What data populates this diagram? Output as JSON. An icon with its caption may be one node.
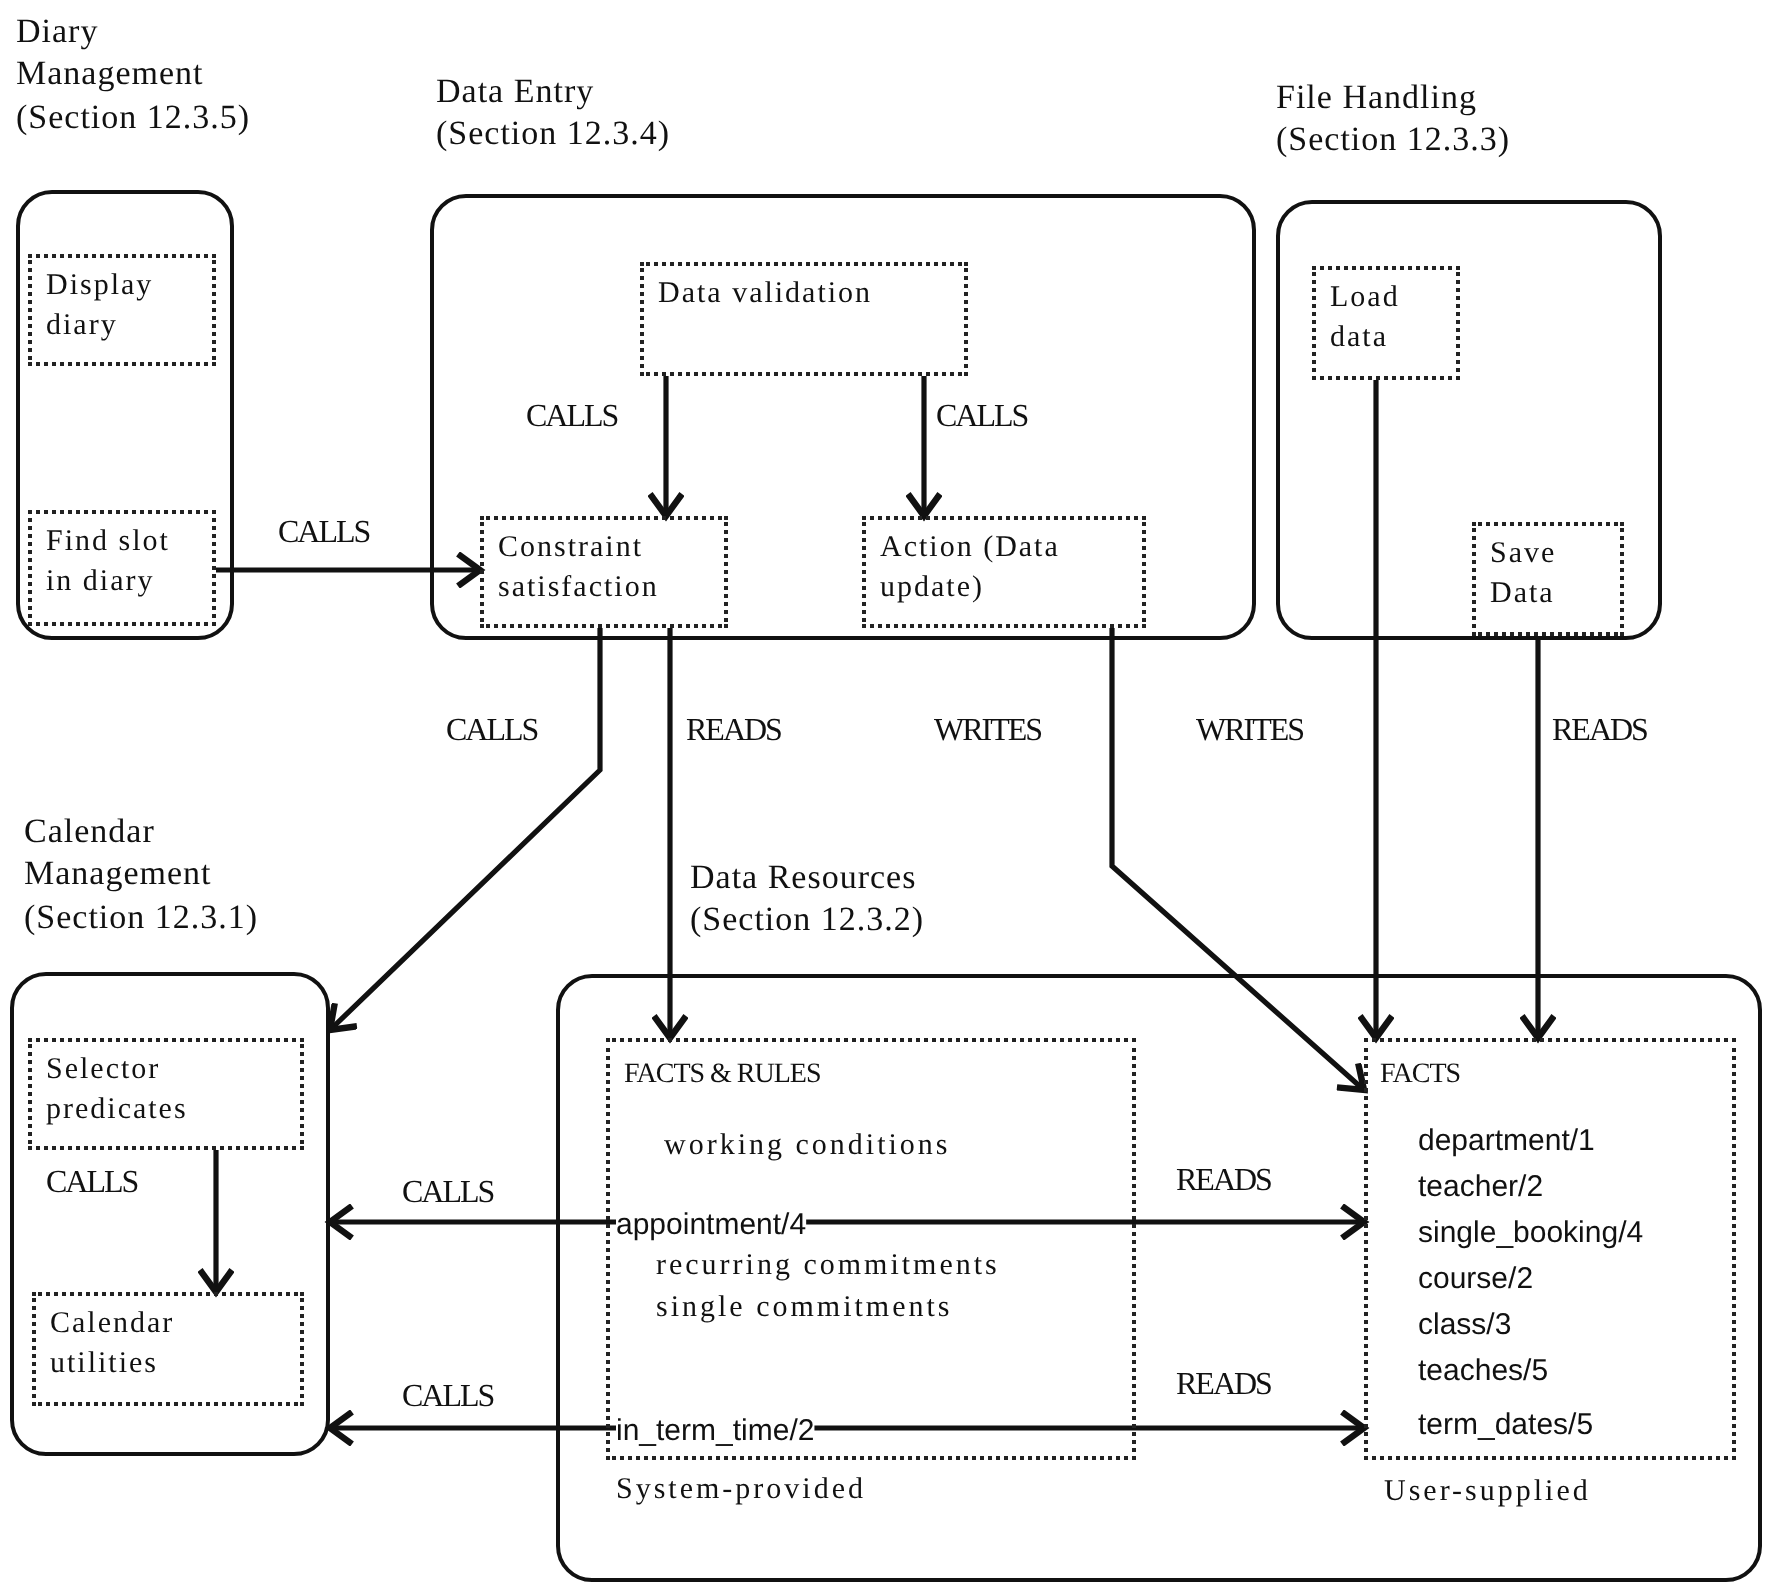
{
  "diagram": {
    "nodes": [
      {
        "text": [
          "Diary Management",
          "(Section 12.3.5)"
        ]
      },
      {
        "text": [
          "Display diary"
        ],
        "in": 0
      },
      {
        "text": [
          "Find slot in diary"
        ],
        "in": 0
      },
      {
        "text": [
          "Data Entry",
          "(Section 12.3.4)"
        ]
      },
      {
        "text": [
          "Data validation"
        ],
        "in": 3
      },
      {
        "text": [
          "Constraint satisfaction"
        ],
        "in": 3
      },
      {
        "text": [
          "Action (Data update)"
        ],
        "in": 3
      },
      {
        "text": [
          "File Handling",
          "(Section 12.3.3)"
        ]
      },
      {
        "text": [
          "Load data"
        ],
        "in": 7
      },
      {
        "text": [
          "Save Data"
        ],
        "in": 7
      },
      {
        "text": [
          "Calendar Management",
          "(Section 12.3.1)"
        ]
      },
      {
        "text": [
          "Selector predicates"
        ],
        "in": 10
      },
      {
        "text": [
          "Calendar utilities"
        ],
        "in": 10
      },
      {
        "text": [
          "Data Resources",
          "(Section 12.3.2)"
        ]
      },
      {
        "text": [
          "FACTS & RULES",
          "working conditions",
          "recurring commitments",
          "single commitments"
        ],
        "in": 13,
        "beside": [
          "System-provided"
        ]
      },
      {
        "text": [
          "appointment/4"
        ],
        "in": 14
      },
      {
        "text": [
          "in_term_time/2"
        ],
        "in": 14
      },
      {
        "text": [
          "FACTS",
          "department/1",
          "teacher/2",
          "single_booking/4",
          "course/2",
          "class/3",
          "teaches/5",
          "term_dates/5"
        ],
        "in": 13,
        "beside": [
          "User-supplied"
        ]
      }
    ],
    "edges": [
      {
        "from": 2,
        "to": 5,
        "arrow": "to",
        "label": "CALLS"
      },
      {
        "from": 4,
        "to": 5,
        "arrow": "to",
        "label": "CALLS"
      },
      {
        "from": 4,
        "to": 6,
        "arrow": "to",
        "label": "CALLS"
      },
      {
        "from": 5,
        "to": 10,
        "arrow": "to",
        "label": "CALLS"
      },
      {
        "from": 5,
        "to": 14,
        "arrow": "to",
        "label": "READS"
      },
      {
        "from": 6,
        "to": 17,
        "arrow": "to",
        "label": "WRITES"
      },
      {
        "from": 8,
        "to": 17,
        "arrow": "to",
        "label": "WRITES"
      },
      {
        "from": 9,
        "to": 17,
        "arrow": "to",
        "label": "READS"
      },
      {
        "from": 11,
        "to": 12,
        "arrow": "to",
        "label": "CALLS"
      },
      {
        "from": 15,
        "to": 10,
        "arrow": "to",
        "label": "CALLS"
      },
      {
        "from": 16,
        "to": 10,
        "arrow": "to",
        "label": "CALLS"
      },
      {
        "from": 15,
        "to": 17,
        "arrow": "to",
        "label": "READS"
      },
      {
        "from": 16,
        "to": 17,
        "arrow": "to",
        "label": "READS"
      }
    ]
  }
}
